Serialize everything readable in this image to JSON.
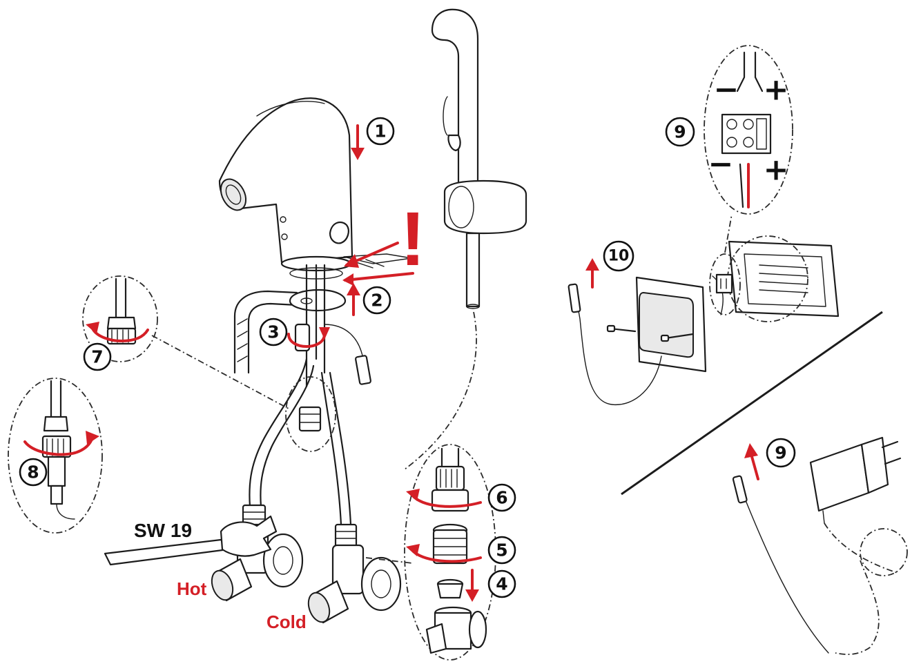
{
  "labels": {
    "hot": "Hot",
    "cold": "Cold",
    "wrench": "SW 19",
    "warning": "!"
  },
  "polarity": {
    "minus_top": "−",
    "plus_top": "+",
    "minus_bottom": "−",
    "plus_bottom": "+"
  },
  "steps": [
    {
      "id": "1",
      "label": "1"
    },
    {
      "id": "2",
      "label": "2"
    },
    {
      "id": "3",
      "label": "3"
    },
    {
      "id": "4",
      "label": "4"
    },
    {
      "id": "5",
      "label": "5"
    },
    {
      "id": "6",
      "label": "6"
    },
    {
      "id": "7",
      "label": "7"
    },
    {
      "id": "8",
      "label": "8"
    },
    {
      "id": "9a",
      "label": "9"
    },
    {
      "id": "9b",
      "label": "9"
    },
    {
      "id": "10",
      "label": "10"
    }
  ],
  "colors": {
    "accent_red": "#d41f26",
    "line": "#1c1c1c"
  }
}
